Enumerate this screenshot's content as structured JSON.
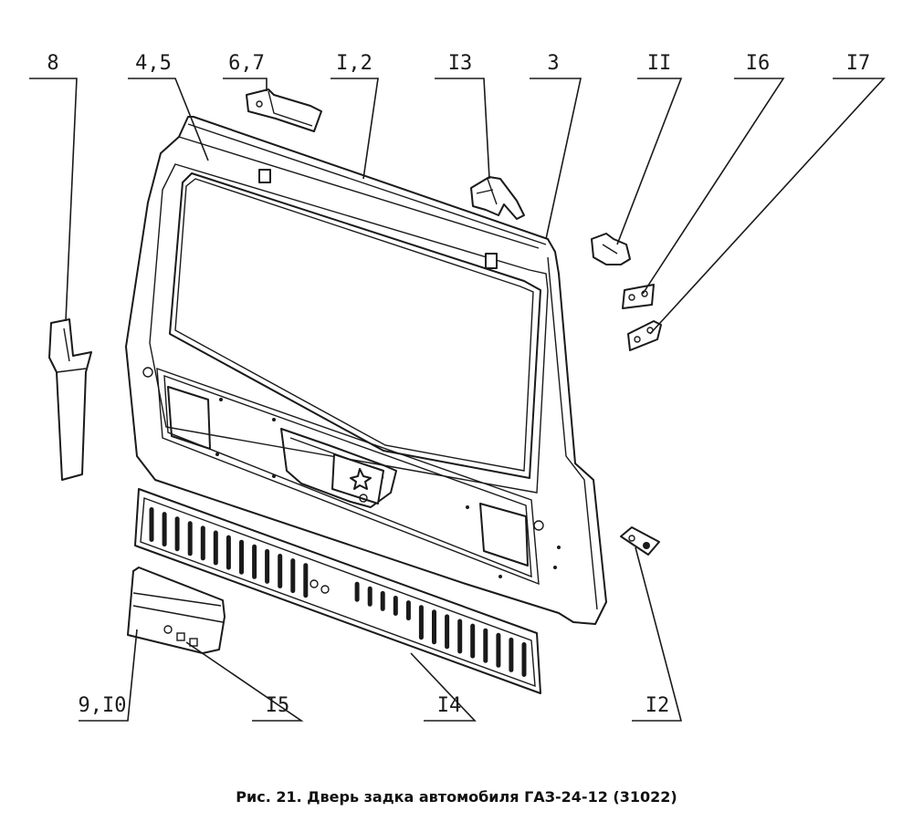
{
  "figure": {
    "caption": "Рис. 21. Дверь задка автомобиля ГАЗ-24-12 (31022)"
  },
  "callouts": {
    "c8": "8",
    "c45": "4,5",
    "c67": "6,7",
    "c12": "I,2",
    "c13": "I3",
    "c3": "3",
    "c11": "II",
    "c16": "I6",
    "c17": "I7",
    "c910": "9,I0",
    "c15": "I5",
    "c14": "I4",
    "c12b": "I2"
  }
}
